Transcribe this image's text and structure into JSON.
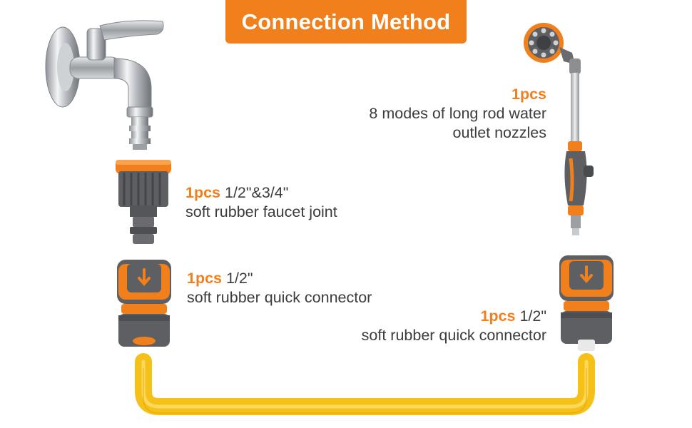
{
  "title": "Connection Method",
  "colors": {
    "accent": "#f07f1c",
    "hose": "#f5c118",
    "text": "#3c3c3c",
    "grey_part": "#5e5f63"
  },
  "components": [
    {
      "id": "faucet-joint",
      "qty": "1pcs",
      "size": "1/2\"&3/4\"",
      "desc": "soft rubber faucet joint"
    },
    {
      "id": "left-connector",
      "qty": "1pcs",
      "size": "1/2\"",
      "desc": "soft rubber quick connector"
    },
    {
      "id": "nozzle",
      "qty": "1pcs",
      "size": "",
      "desc_line1": "8 modes of long rod water",
      "desc_line2": "outlet nozzles"
    },
    {
      "id": "right-connector",
      "qty": "1pcs",
      "size": "1/2\"",
      "desc": "soft rubber quick connector"
    }
  ],
  "icons": [
    "faucet-icon",
    "faucet-joint-icon",
    "quick-connector-icon",
    "spray-nozzle-wand-icon",
    "hose-icon"
  ]
}
